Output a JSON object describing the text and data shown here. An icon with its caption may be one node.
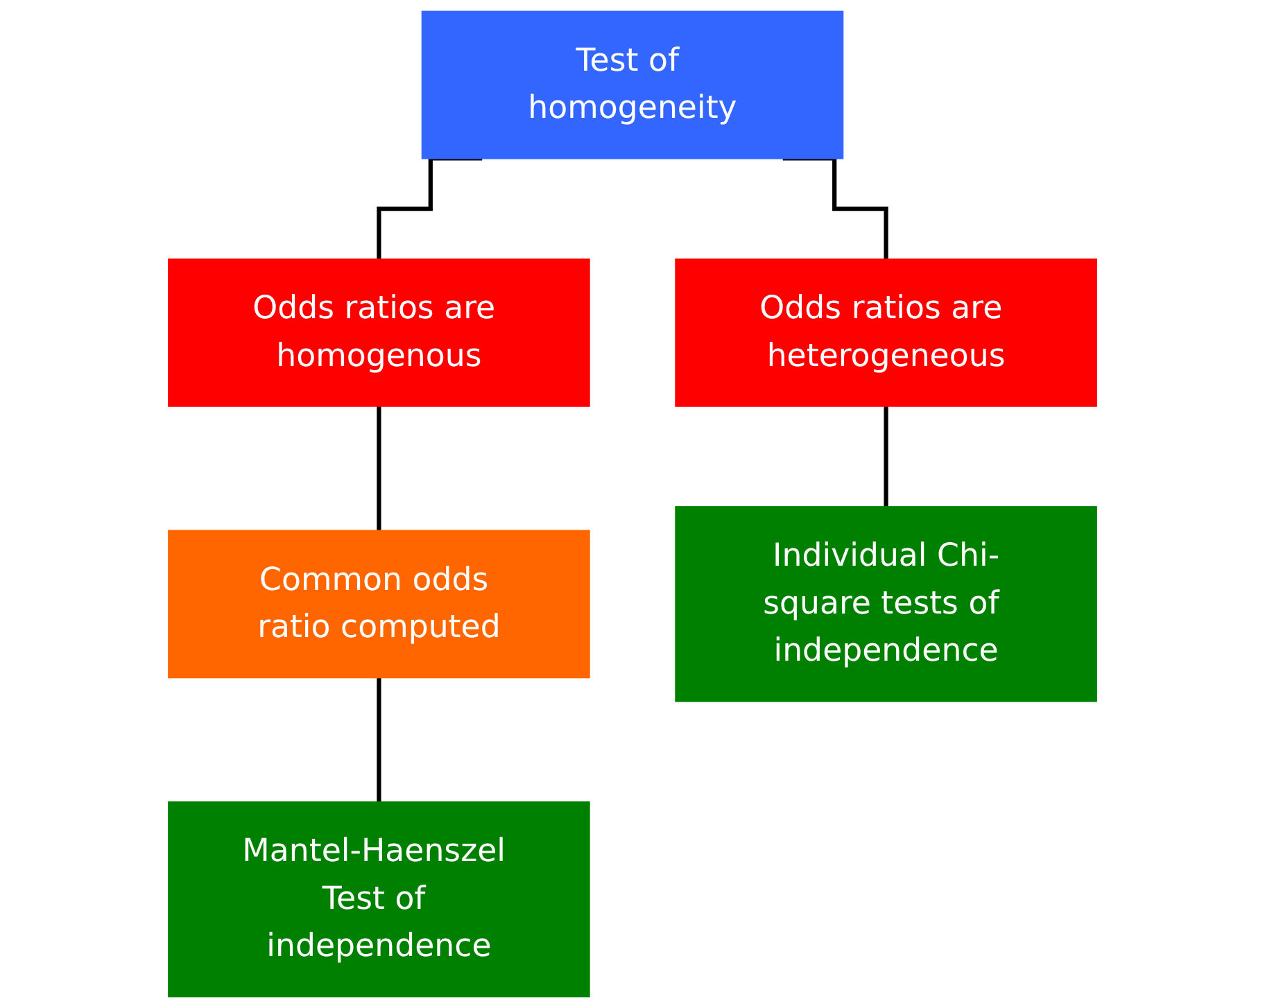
{
  "diagram": {
    "nodes": [
      {
        "text": [
          "Test of homogeneity"
        ]
      },
      {
        "text": [
          "Odds ratios are homogenous"
        ]
      },
      {
        "text": [
          "Odds ratios are heterogeneous"
        ]
      },
      {
        "text": [
          "Common odds ratio computed"
        ]
      },
      {
        "text": [
          "Individual Chi-square tests of independence"
        ]
      },
      {
        "text": [
          "Mantel-Haenszel Test of independence"
        ]
      }
    ],
    "edges": [
      {
        "from": 0,
        "to": 1,
        "arrow": "none"
      },
      {
        "from": 0,
        "to": 2,
        "arrow": "none"
      },
      {
        "from": 1,
        "to": 3,
        "arrow": "none"
      },
      {
        "from": 2,
        "to": 4,
        "arrow": "none"
      },
      {
        "from": 3,
        "to": 5,
        "arrow": "none"
      }
    ]
  }
}
